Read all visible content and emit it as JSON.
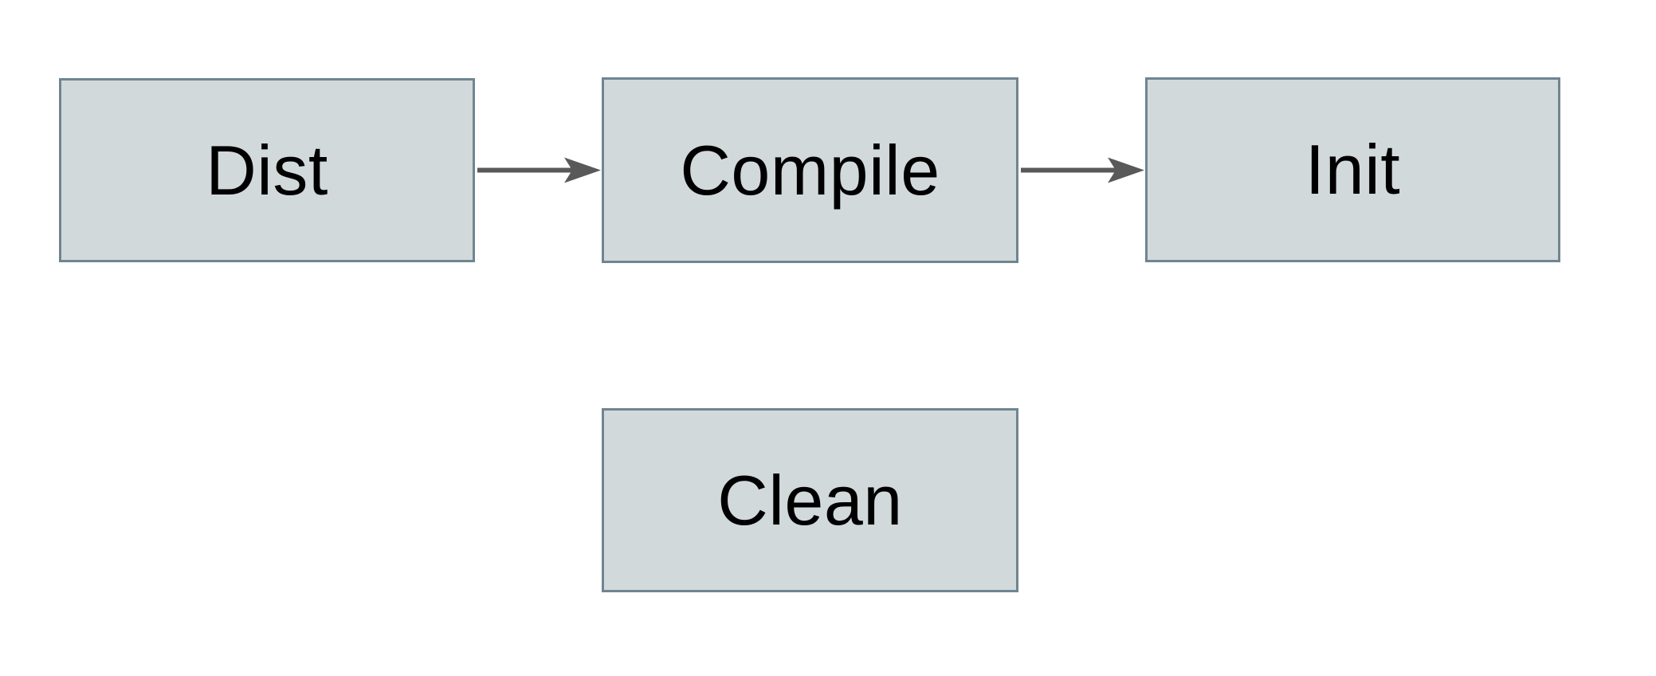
{
  "diagram": {
    "nodes": [
      {
        "id": "dist",
        "label": "Dist"
      },
      {
        "id": "compile",
        "label": "Compile"
      },
      {
        "id": "init",
        "label": "Init"
      },
      {
        "id": "clean",
        "label": "Clean"
      }
    ],
    "edges": [
      {
        "from": "Dist",
        "to": "Compile"
      },
      {
        "from": "Compile",
        "to": "Init"
      }
    ],
    "colors": {
      "background": "#ffffff",
      "node_fill": "#d2d9db",
      "node_border": "#6f8591",
      "arrow": "#595959",
      "text": "#000000"
    }
  }
}
